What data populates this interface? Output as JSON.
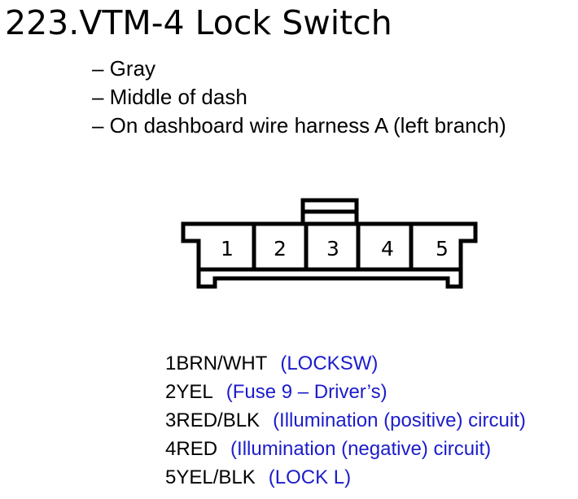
{
  "title": "223.VTM-4 Lock Switch",
  "bullets": [
    "– Gray",
    "– Middle of dash",
    "– On dashboard wire harness A (left branch)"
  ],
  "pins": [
    {
      "num": "1",
      "wire": "BRN/WHT",
      "func": "(LOCKSW)"
    },
    {
      "num": "2",
      "wire": "YEL",
      "func": "(Fuse 9 – Driver’s)"
    },
    {
      "num": "3",
      "wire": "RED/BLK",
      "func": "(Illumination (positive) circuit)"
    },
    {
      "num": "4",
      "wire": "RED",
      "func": "(Illumination (negative) circuit)"
    },
    {
      "num": "5",
      "wire": "YEL/BLK",
      "func": "(LOCK L)"
    }
  ],
  "colors": {
    "text": "#000000",
    "function": "#1c1ccc",
    "line": "#000000"
  }
}
